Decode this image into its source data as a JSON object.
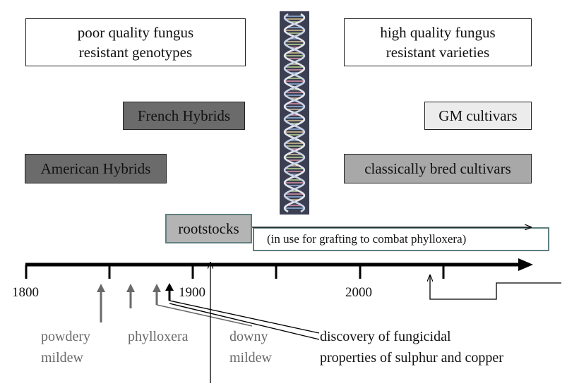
{
  "boxes": {
    "poor_quality": "poor quality fungus\nresistant genotypes",
    "high_quality": "high quality fungus\nresistant varieties",
    "french_hybrids": "French Hybrids",
    "gm_cultivars": "GM cultivars",
    "american_hybrids": "American Hybrids",
    "classically_bred": "classically bred cultivars",
    "rootstocks": "rootstocks",
    "grafting_note": "(in use for grafting to combat phylloxera)"
  },
  "timeline": {
    "ticks": [
      "1800",
      "1900",
      "2000"
    ]
  },
  "events": {
    "powdery_mildew": "powdery\nmildew",
    "phylloxera": "phylloxera",
    "downy_mildew": "downy\nmildew",
    "fungicidal": "discovery of fungicidal\nproperties of sulphur and copper"
  },
  "colors": {
    "dark_box": "#6b6b6b",
    "mid_box": "#a8a8a8",
    "light_box": "#ececec",
    "rootstock_border": "#5f7f7f",
    "event_gray": "#6a6a6a",
    "dna_background": "#3c3f52"
  }
}
